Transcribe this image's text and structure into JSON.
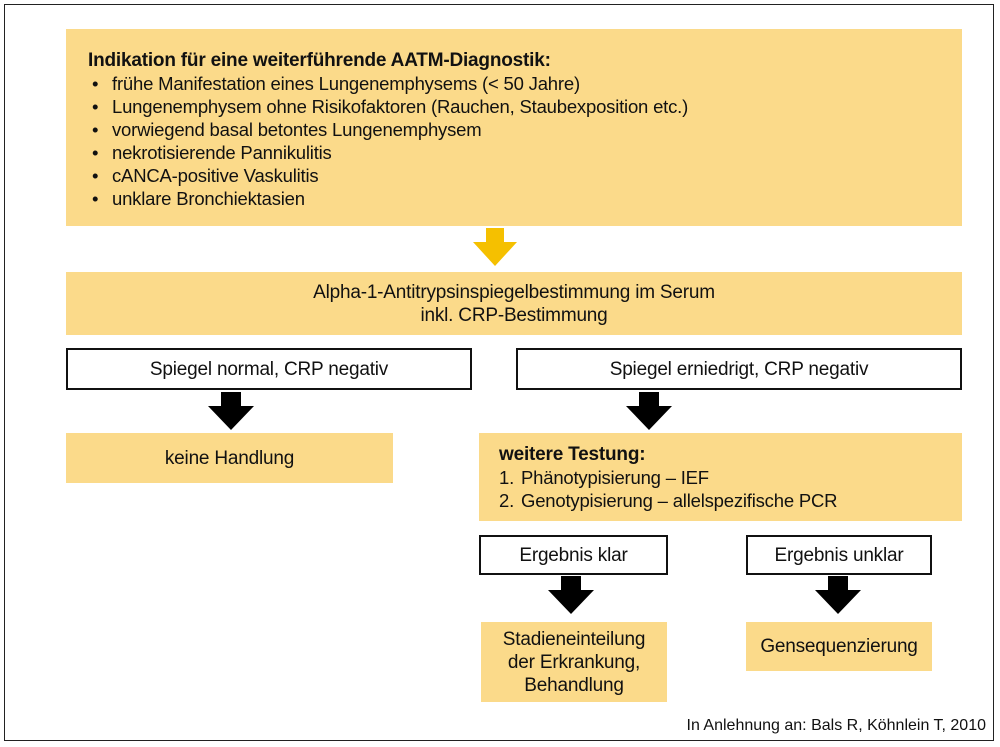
{
  "colors": {
    "box_fill": "#fbda8a",
    "accent_arrow": "#f5c000",
    "dark_arrow": "#000000"
  },
  "indication": {
    "heading": "Indikation für eine weiterführende AATM-Diagnostik:",
    "bullet": "•",
    "items": [
      "frühe Manifestation eines Lungenemphysems (< 50 Jahre)",
      "Lungenemphysem ohne Risikofaktoren (Rauchen, Staubexposition etc.)",
      "vorwiegend basal betontes Lungenemphysem",
      "nekrotisierende Pannikulitis",
      "cANCA-positive Vaskulitis",
      "unklare Bronchiektasien"
    ]
  },
  "serum_test": {
    "line1": "Alpha-1-Antitrypsinspiegelbestimmung im Serum",
    "line2": "inkl. CRP-Bestimmung"
  },
  "left_branch": {
    "condition": "Spiegel normal, CRP negativ",
    "result": "keine Handlung"
  },
  "right_branch": {
    "condition": "Spiegel erniedrigt, CRP negativ",
    "testing_heading": "weitere Testung:",
    "testing_items": [
      {
        "num": "1.",
        "text": "Phänotypisierung – IEF"
      },
      {
        "num": "2.",
        "text": "Genotypisierung – allelspezifische PCR"
      }
    ],
    "clear_result": "Ergebnis klar",
    "unclear_result": "Ergebnis unklar",
    "clear_outcome": [
      "Stadieneinteilung",
      "der Erkrankung,",
      "Behandlung"
    ],
    "unclear_outcome": "Gensequenzierung"
  },
  "source": "In Anlehnung an: Bals R, Köhnlein T, 2010"
}
